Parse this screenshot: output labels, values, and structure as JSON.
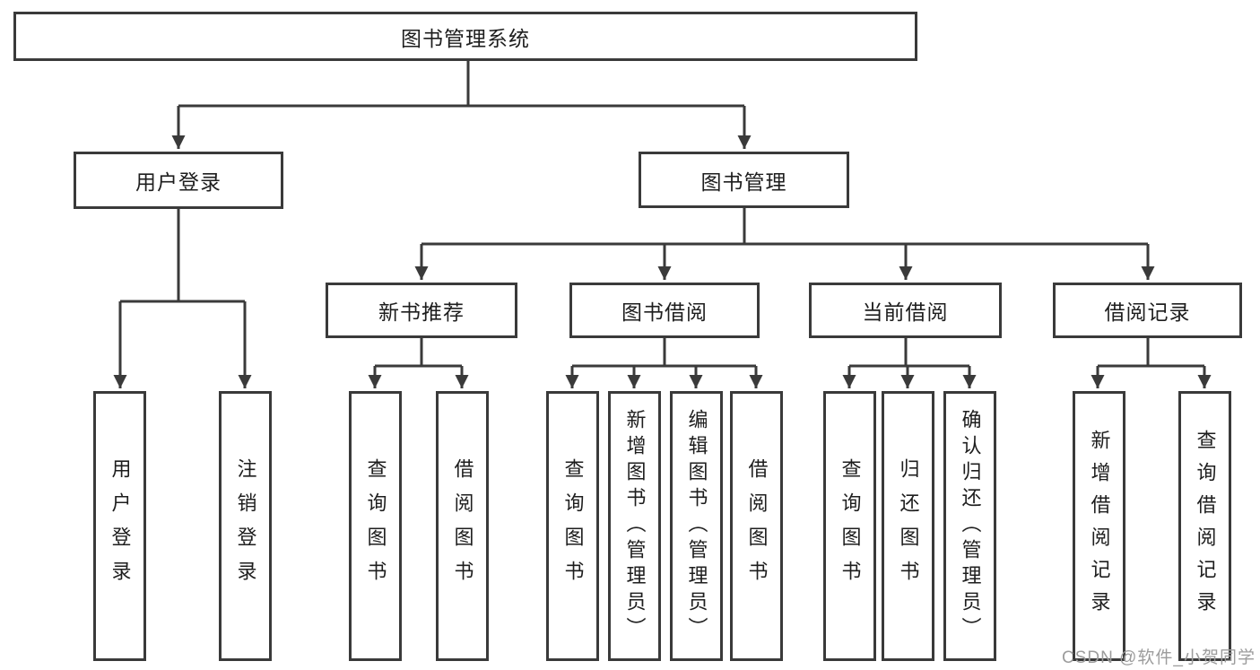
{
  "diagram": {
    "type": "hierarchy-tree",
    "root": {
      "label": "图书管理系统"
    },
    "level2": [
      {
        "label": "用户登录"
      },
      {
        "label": "图书管理"
      }
    ],
    "level3": [
      {
        "label": "新书推荐",
        "parent": "图书管理"
      },
      {
        "label": "图书借阅",
        "parent": "图书管理"
      },
      {
        "label": "当前借阅",
        "parent": "图书管理"
      },
      {
        "label": "借阅记录",
        "parent": "图书管理"
      }
    ],
    "leaves": [
      {
        "label": "用户登录",
        "parent": "用户登录"
      },
      {
        "label": "注销登录",
        "parent": "用户登录"
      },
      {
        "label": "查询图书",
        "parent": "新书推荐"
      },
      {
        "label": "借阅图书",
        "parent": "新书推荐"
      },
      {
        "label": "查询图书",
        "parent": "图书借阅"
      },
      {
        "label": "新增图书（管理员）",
        "parent": "图书借阅"
      },
      {
        "label": "编辑图书（管理员）",
        "parent": "图书借阅"
      },
      {
        "label": "借阅图书",
        "parent": "图书借阅"
      },
      {
        "label": "查询图书",
        "parent": "当前借阅"
      },
      {
        "label": "归还图书",
        "parent": "当前借阅"
      },
      {
        "label": "确认归还（管理员）",
        "parent": "当前借阅"
      },
      {
        "label": "新增借阅记录",
        "parent": "借阅记录"
      },
      {
        "label": "查询借阅记录",
        "parent": "借阅记录"
      }
    ],
    "watermark": "CSDN @软件_小贺同学",
    "colors": {
      "line": "#3a3a3a",
      "text": "#1e1e1e",
      "watermark": "#9c9c9c",
      "background": "#ffffff"
    }
  }
}
